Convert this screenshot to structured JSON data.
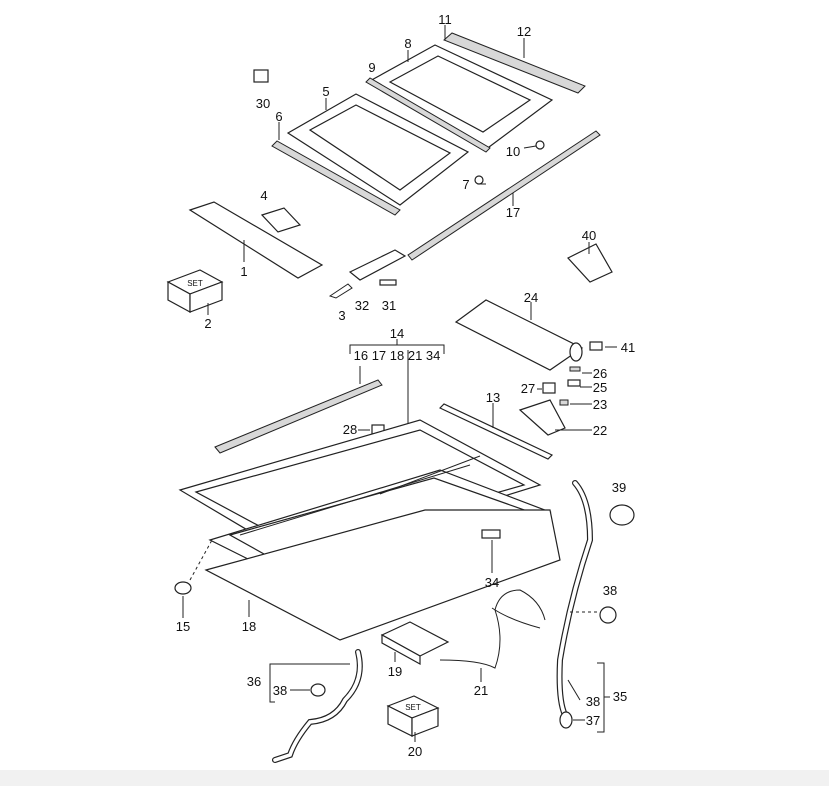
{
  "labels": {
    "p1": "1",
    "p2": "2",
    "p3": "3",
    "p4": "4",
    "p5": "5",
    "p6": "6",
    "p7": "7",
    "p8": "8",
    "p9": "9",
    "p10": "10",
    "p11": "11",
    "p12": "12",
    "p13": "13",
    "p14": "14",
    "p15": "15",
    "p17": "17",
    "p18": "18",
    "p19": "19",
    "p20": "20",
    "p21": "21",
    "p22": "22",
    "p23": "23",
    "p24": "24",
    "p25": "25",
    "p26": "26",
    "p27": "27",
    "p28": "28",
    "p30": "30",
    "p31": "31",
    "p32": "32",
    "p34": "34",
    "p35": "35",
    "p36": "36",
    "p37": "37",
    "p38a": "38",
    "p38b": "38",
    "p38c": "38",
    "p39": "39",
    "p40": "40",
    "p41": "41",
    "group14": "16 17 18 21 34"
  },
  "set_box_text": "SET"
}
